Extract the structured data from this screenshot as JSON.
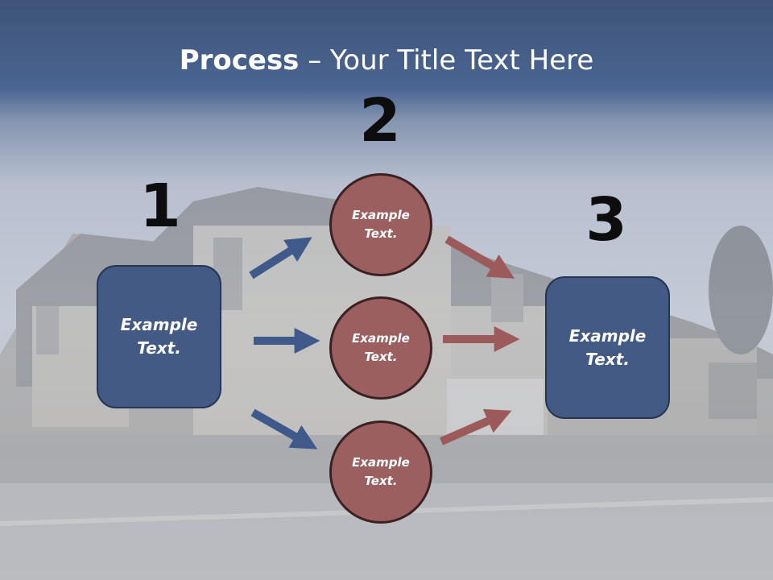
{
  "title": {
    "bold": "Process",
    "rest": " – Your Title Text Here"
  },
  "steps": {
    "one": "1",
    "two": "2",
    "three": "3"
  },
  "boxes": {
    "left": "Example\nText.",
    "right": "Example\nText."
  },
  "circles": {
    "top": "Example\nText.",
    "middle": "Example\nText.",
    "bottom": "Example\nText."
  },
  "colors": {
    "box_fill": "#435a85",
    "circle_fill": "#9c5f60",
    "blue_arrow": "#3f5a8a",
    "red_arrow": "#9c5a5a"
  }
}
